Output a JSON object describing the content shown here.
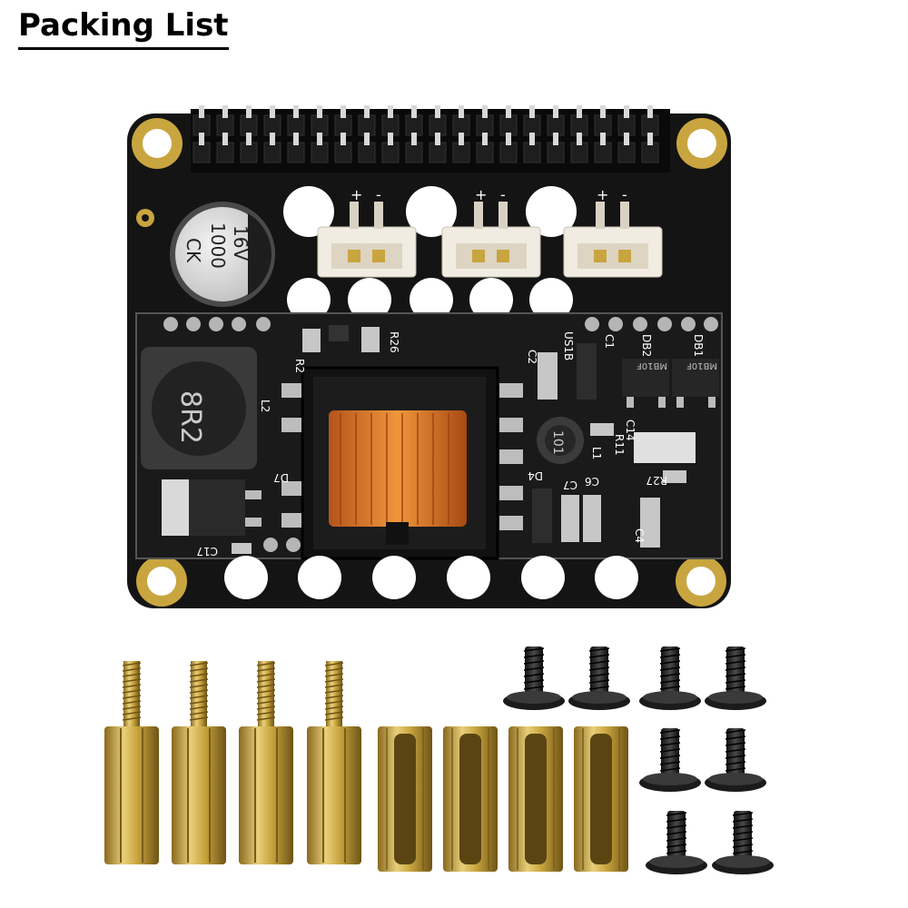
{
  "title": "Packing List",
  "colors": {
    "pcb": "#141414",
    "gold": "#c9a53f",
    "brass": "#c8a84b",
    "coil": "#e0782a",
    "screw": "#1b1b1b",
    "connector": "#f1ece2"
  },
  "board": {
    "silkscreen": {
      "capacitor": [
        "16V",
        "1000",
        "CK"
      ],
      "inductor": "8R2",
      "small_inductor": "101",
      "refs": [
        "R26",
        "R2",
        "C2",
        "US1B",
        "DB2",
        "DB1",
        "L2",
        "C1",
        "C14",
        "R11",
        "L1",
        "R27",
        "D4",
        "C7",
        "C6",
        "C4",
        "D7",
        "C17"
      ],
      "bridge_chip": "MB10F",
      "fan_header_marks": [
        "+",
        "-"
      ]
    }
  },
  "accessories": {
    "brass_standoffs_male_female": 4,
    "brass_standoffs_female_female": 4,
    "screws": 8
  }
}
